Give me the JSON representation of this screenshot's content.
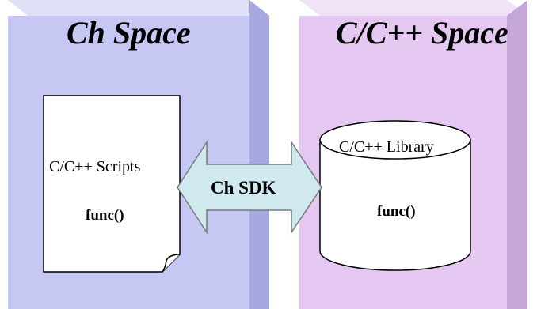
{
  "diagram": {
    "left_box": {
      "title": "Ch Space",
      "document_label": "C/C++ Scripts",
      "function_label": "func()"
    },
    "right_box": {
      "title": "C/C++ Space",
      "library_label": "C/C++ Library",
      "function_label": "func()"
    },
    "connector_label": "Ch SDK",
    "colors": {
      "left_front": "#c7c7f4",
      "left_top": "#e0e0f8",
      "left_side": "#a7a7e2",
      "right_front": "#e4c8f1",
      "right_top": "#f0e2f7",
      "right_side": "#c4a7d6",
      "arrow_fill": "#cfe9ef",
      "outline": "#000000",
      "paper": "#ffffff"
    }
  }
}
